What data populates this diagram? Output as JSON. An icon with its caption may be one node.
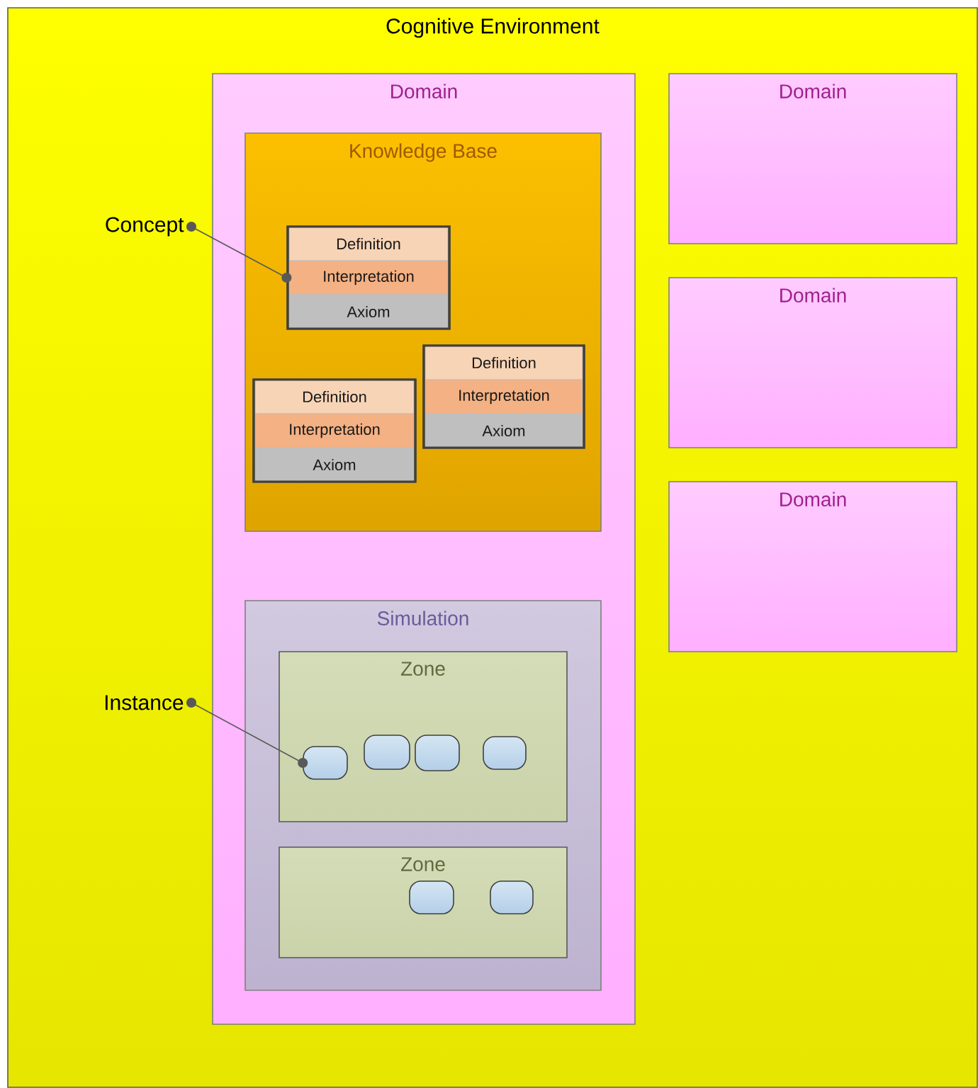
{
  "diagram": {
    "nodes": [
      {
        "text": [
          "Cognitive Environment"
        ]
      },
      {
        "text": [
          "Domain"
        ],
        "in": 0
      },
      {
        "text": [
          "Knowledge Base"
        ],
        "in": 1
      },
      {
        "text": [
          "Definition",
          "Interpretation",
          "Axiom"
        ],
        "in": 2
      },
      {
        "text": [
          "Definition",
          "Interpretation",
          "Axiom"
        ],
        "in": 2
      },
      {
        "text": [
          "Definition",
          "Interpretation",
          "Axiom"
        ],
        "in": 2
      },
      {
        "text": [
          "Simulation"
        ],
        "in": 1
      },
      {
        "text": [
          "Zone"
        ],
        "in": 6
      },
      {
        "text": [],
        "shape": "box",
        "in": 7
      },
      {
        "text": [],
        "shape": "box",
        "in": 7
      },
      {
        "text": [],
        "shape": "box",
        "in": 7
      },
      {
        "text": [],
        "shape": "box",
        "in": 7
      },
      {
        "text": [
          "Zone"
        ],
        "in": 6
      },
      {
        "text": [],
        "shape": "box",
        "in": 12
      },
      {
        "text": [],
        "shape": "box",
        "in": 12
      },
      {
        "text": [
          "Domain"
        ],
        "in": 0
      },
      {
        "text": [
          "Domain"
        ],
        "in": 0
      },
      {
        "text": [
          "Domain"
        ],
        "in": 0
      },
      {
        "text": [
          "Concept"
        ],
        "in": 0
      },
      {
        "text": [
          "Instance"
        ],
        "in": 0
      }
    ],
    "edges": [
      {
        "from": 18,
        "to": 3,
        "arrow": "other"
      },
      {
        "from": 19,
        "to": 8,
        "arrow": "other"
      }
    ]
  }
}
